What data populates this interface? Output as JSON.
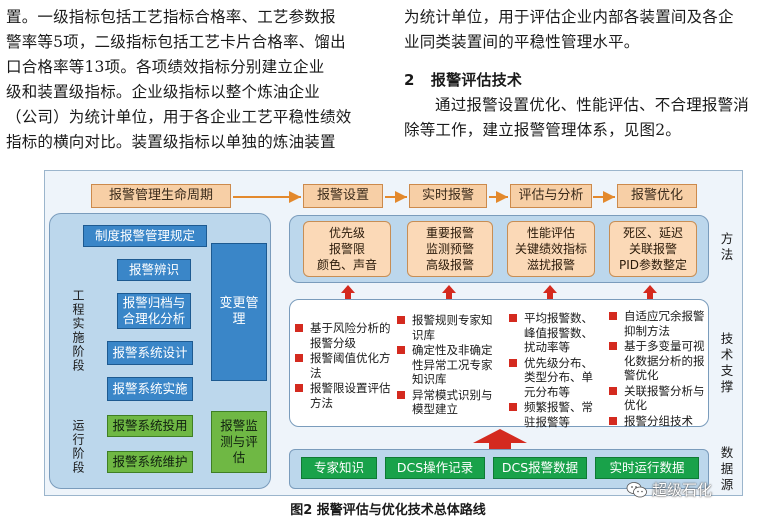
{
  "text": {
    "left_lines": [
      "置。一级指标包括工艺指标合格率、工艺参数报",
      "警率等5项，二级指标包括工艺卡片合格率、馏出",
      "口合格率等13项。各项绩效指标分别建立企业",
      "级和装置级指标。企业级指标以整个炼油企业",
      "（公司）为统计单位，用于各企业工艺平稳性绩效",
      "指标的横向对比。装置级指标以单独的炼油装置"
    ],
    "right_lines": [
      "为统计单位，用于评估企业内部各装置间及各企",
      "业同类装置间的平稳性管理水平。"
    ],
    "section_num": "2",
    "section_title": "报警评估技术",
    "right_lines_2": [
      "通过报警设置优化、性能评估、不合理报警消",
      "除等工作，建立报警管理体系，见图2。"
    ]
  },
  "figure": {
    "lifecycle": "报警管理生命周期",
    "stages": [
      "报警设置",
      "实时报警",
      "评估与分析",
      "报警优化"
    ],
    "left_panel": {
      "regulation": "制度报警管理规定",
      "steps": [
        "报警辨识",
        "报警归档与合理化分析",
        "报警系统设计",
        "报警系统实施"
      ],
      "ops_steps": [
        "报警系统投用",
        "报警系统维护"
      ],
      "change_mgmt": "变更管理",
      "monitor": "报警监测与评估",
      "phase_engineering": "工程实施阶段",
      "phase_operation": "运行阶段"
    },
    "methods": [
      "优先级报警限颜色、声音",
      "重要报警监测预警高级报警",
      "性能评估关键绩效指标滋扰报警",
      "死区、延迟关联报警PID参数整定"
    ],
    "method_lines": [
      [
        "优先级",
        "报警限",
        "颜色、声音"
      ],
      [
        "重要报警",
        "监测预警",
        "高级报警"
      ],
      [
        "性能评估",
        "关键绩效指标",
        "滋扰报警"
      ],
      [
        "死区、延迟",
        "关联报警",
        "PID参数整定"
      ]
    ],
    "tech_support": [
      [
        "基于风险分析的报警分级",
        "报警阈值优化方法",
        "报警限设置评估方法"
      ],
      [
        "报警规则专家知识库",
        "确定性及非确定性异常工况专家知识库",
        "异常模式识别与模型建立"
      ],
      [
        "平均报警数、峰值报警数、扰动率等",
        "优先级分布、类型分布、单元分布等",
        "频繁报警、常驻报警等"
      ],
      [
        "自适应冗余报警抑制方法",
        "基于多变量可视化数据分析的报警优化",
        "关联报警分析与优化",
        "报警分组技术"
      ]
    ],
    "data_sources": [
      "专家知识",
      "DCS操作记录",
      "DCS报警数据",
      "实时运行数据"
    ],
    "side_labels": {
      "method": "方法",
      "tech": "技术支撑",
      "data": "数据源"
    },
    "caption": "图2  报警评估与优化技术总体路线",
    "watermark": "超级石化"
  },
  "colors": {
    "orange": "#f7cfa6",
    "blue": "#3a86c8",
    "green": "#6fb844",
    "data_green": "#19a24a",
    "red_arrow": "#d42a1f",
    "bullet": "#d42a1f"
  }
}
